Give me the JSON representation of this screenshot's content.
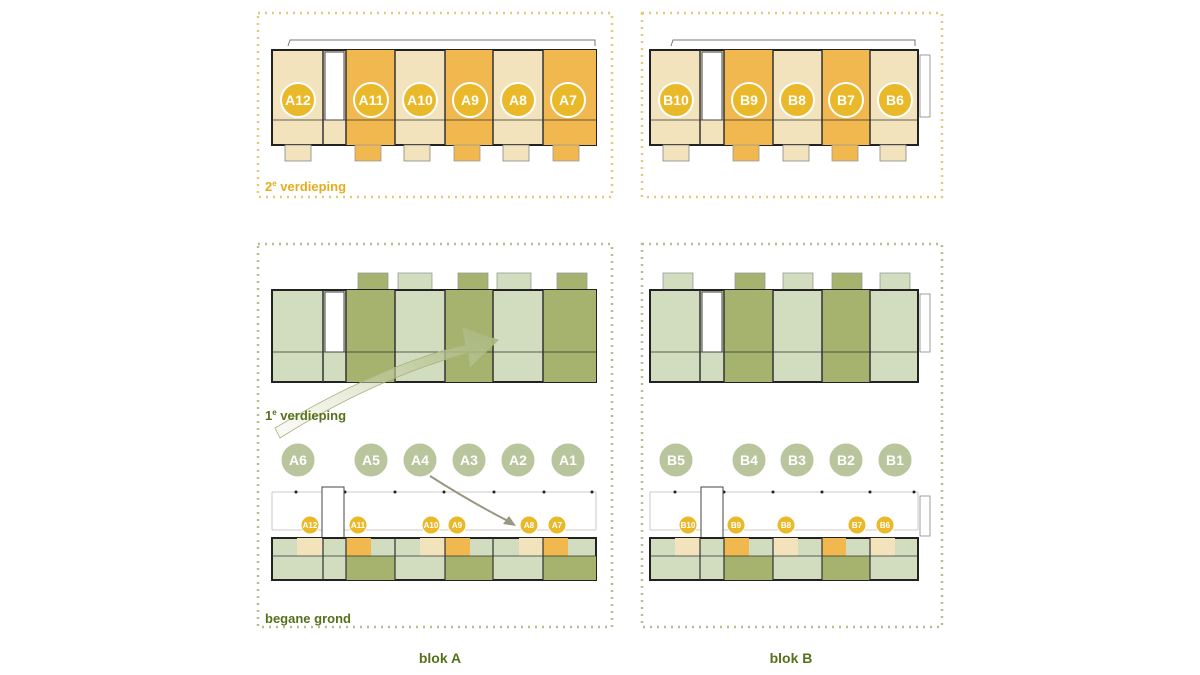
{
  "colors": {
    "frame_yellow": "#e3c97a",
    "frame_green": "#b3bf8d",
    "yellow_light": "#f3e3bd",
    "yellow_dark": "#f0b84e",
    "green_light": "#d2dcbe",
    "green_dark": "#a5b36f",
    "badge_gold": "#eab92a",
    "badge_green": "#b9c59c",
    "label_yellow": "#e5ad1e",
    "label_green": "#56711c"
  },
  "floors": {
    "second": {
      "label_main": "2",
      "label_sup": "e",
      "label_rest": " verdieping"
    },
    "first": {
      "label_main": "1",
      "label_sup": "e",
      "label_rest": " verdieping"
    },
    "ground": {
      "label": "begane grond"
    }
  },
  "blocks": {
    "a": {
      "label": "blok A"
    },
    "b": {
      "label": "blok B"
    }
  },
  "units": {
    "second_a": [
      "A12",
      "A11",
      "A10",
      "A9",
      "A8",
      "A7"
    ],
    "second_b": [
      "B10",
      "B9",
      "B8",
      "B7",
      "B6"
    ],
    "first_a": [
      "A6",
      "A5",
      "A4",
      "A3",
      "A2",
      "A1"
    ],
    "first_b": [
      "B5",
      "B4",
      "B3",
      "B2",
      "B1"
    ],
    "ground_a": [
      "A12",
      "A11",
      "A10",
      "A9",
      "A8",
      "A7"
    ],
    "ground_b": [
      "B10",
      "B9",
      "B8",
      "B7",
      "B6"
    ]
  }
}
